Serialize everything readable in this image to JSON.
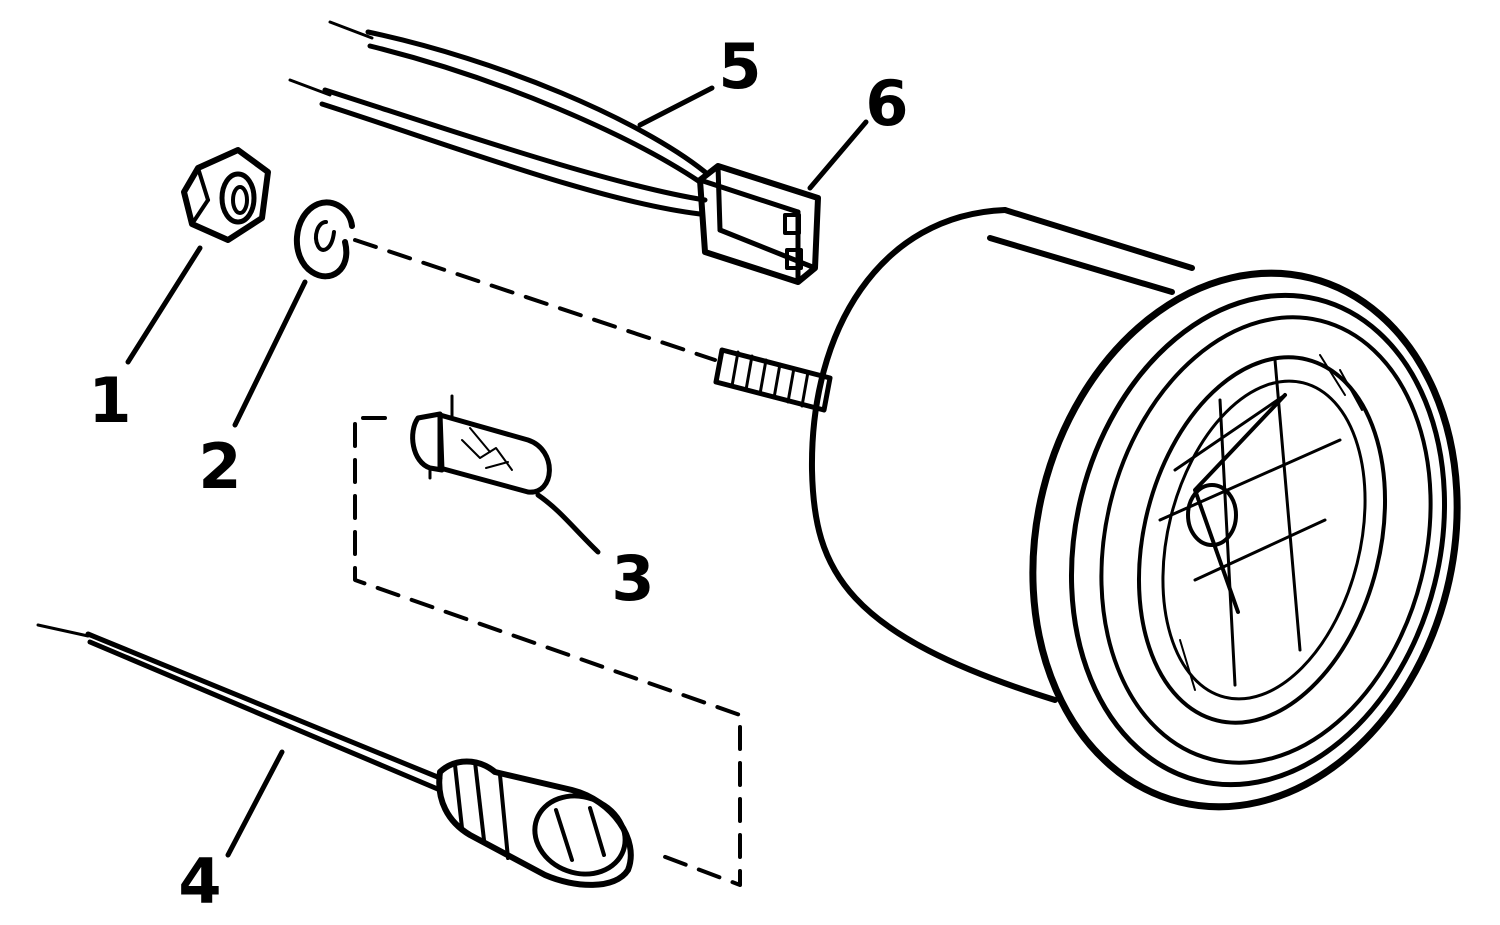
{
  "diagram": {
    "ink_color": "#000000",
    "background_color": "#ffffff",
    "callouts": [
      {
        "number": "1",
        "part": "hex-nut"
      },
      {
        "number": "2",
        "part": "lock-washer"
      },
      {
        "number": "3",
        "part": "light-bulb"
      },
      {
        "number": "4",
        "part": "bulb-socket-with-lead"
      },
      {
        "number": "5",
        "part": "lead-wires"
      },
      {
        "number": "6",
        "part": "wire-connector"
      }
    ]
  }
}
